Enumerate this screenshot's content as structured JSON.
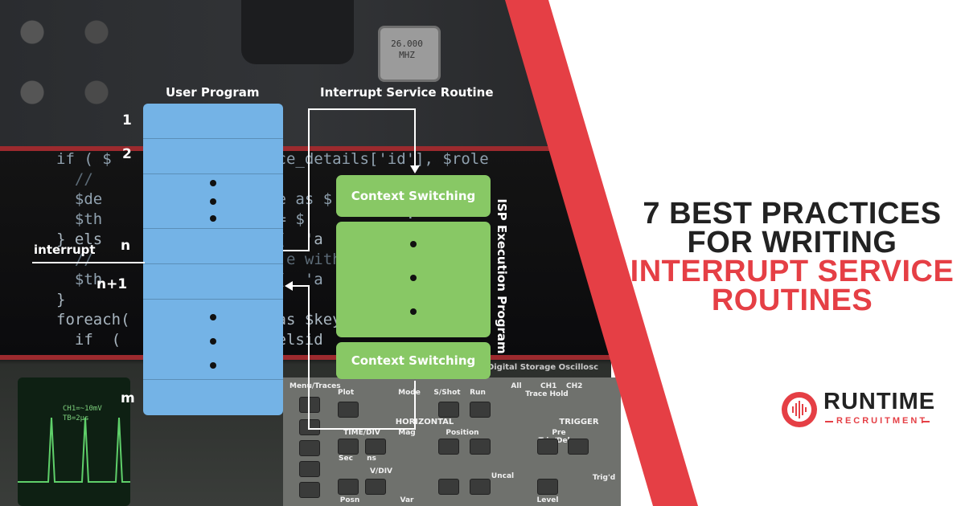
{
  "background": {
    "crystal_lines": [
      "26.000",
      "MHZ"
    ],
    "code_lines": [
      "if ( $               ource_details['id'], $role",
      "  //                 ){",
      "  $de                   e as $        neo",
      "  $th                 ] = $           ;",
      "} els                 te(  'a            se",
      "  //                     e with",
      "  $th                 te(  'a  success' =",
      "}",
      "foreach(                as $key=>$vale",
      "  if  (                 elsid"
    ],
    "scope_labels": [
      "CH1=~10mV",
      "TB=2µs"
    ],
    "panel_labels": [
      "Menu/Traces",
      "Plot",
      "Mode",
      "S/Shot",
      "Run",
      "All",
      "CH1",
      "Trace Hold",
      "CH2",
      "HORIZONTAL",
      "TRIGGER",
      "TIME/DIV",
      "Mag",
      "Position",
      "Pre Trig/Delay",
      "Sec",
      "ns",
      "V/DIV",
      "Uncal",
      "Posn",
      "Trig'd",
      "Level",
      "Var",
      "Digital Storage Oscillosc"
    ]
  },
  "diagram": {
    "user_program_label": "User Program",
    "isr_label": "Interrupt Service Routine",
    "row_labels": {
      "r1": "1",
      "r2": "2",
      "rn": "n",
      "rn1": "n+1",
      "rm": "m"
    },
    "interrupt_label": "interrupt",
    "context_switch_top": "Context Switching",
    "context_switch_bottom": "Context Switching",
    "execution_label": "ISP Execution Program"
  },
  "title": {
    "line1": "7 BEST PRACTICES",
    "line2": "FOR WRITING",
    "line3": "INTERRUPT SERVICE",
    "line4": "ROUTINES"
  },
  "logo": {
    "name": "RUNTIME",
    "subtitle": "RECRUITMENT"
  },
  "colors": {
    "accent_red": "#e53f45",
    "user_program_blue": "#74b3e6",
    "isr_green": "#88c865",
    "title_dark": "#222222"
  }
}
